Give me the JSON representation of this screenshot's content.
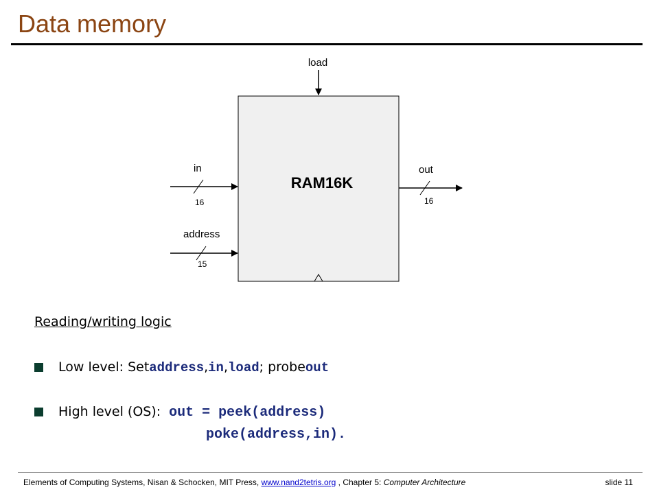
{
  "title": "Data memory",
  "diagram": {
    "chip_label": "RAM16K",
    "load_label": "load",
    "in_label": "in",
    "in_width": "16",
    "address_label": "address",
    "address_width": "15",
    "out_label": "out",
    "out_width": "16"
  },
  "body": {
    "heading": "Reading/writing logic",
    "bullet1": {
      "prefix": "Low level: Set ",
      "code_address": "address",
      "sep1": ", ",
      "code_in": "in",
      "sep2": ", ",
      "code_load": "load",
      "mid": " ; probe ",
      "code_out": "out"
    },
    "bullet2": {
      "prefix": "High level (OS): ",
      "code_line1": "out = peek(address)",
      "code_line2": "poke(address,in)."
    }
  },
  "footer": {
    "text_before": "Elements of Computing Systems, Nisan & Schocken, MIT Press, ",
    "link": "www.nand2tetris.org",
    "text_mid": " , Chapter 5: ",
    "chapter_italic": "Computer Architecture",
    "slide_number": "slide 11"
  }
}
